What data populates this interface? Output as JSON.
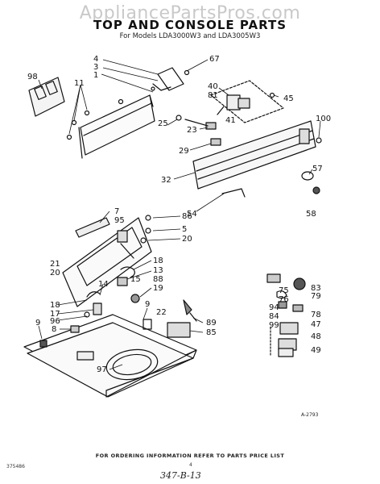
{
  "watermark": "AppliancePartsPros.com",
  "title": "TOP AND CONSOLE PARTS",
  "subtitle": "For Models LDA3000W3 and LDA3005W3",
  "footer": "FOR ORDERING INFORMATION REFER TO PARTS PRICE LIST",
  "doc_code": "375486",
  "page_number": "4",
  "handwritten_note": "347-B-13",
  "diagram_id": "A-2793",
  "callouts": [
    "98",
    "4",
    "3",
    "1",
    "67",
    "11",
    "40",
    "81",
    "45",
    "100",
    "25",
    "41",
    "23",
    "29",
    "32",
    "57",
    "54",
    "58",
    "7",
    "95",
    "86",
    "5",
    "20",
    "21",
    "20",
    "18",
    "13",
    "15",
    "14",
    "88",
    "19",
    "18",
    "17",
    "96",
    "8",
    "9",
    "9",
    "22",
    "89",
    "85",
    "97",
    "75",
    "76",
    "83",
    "79",
    "94",
    "84",
    "78",
    "99",
    "47",
    "48",
    "49"
  ]
}
